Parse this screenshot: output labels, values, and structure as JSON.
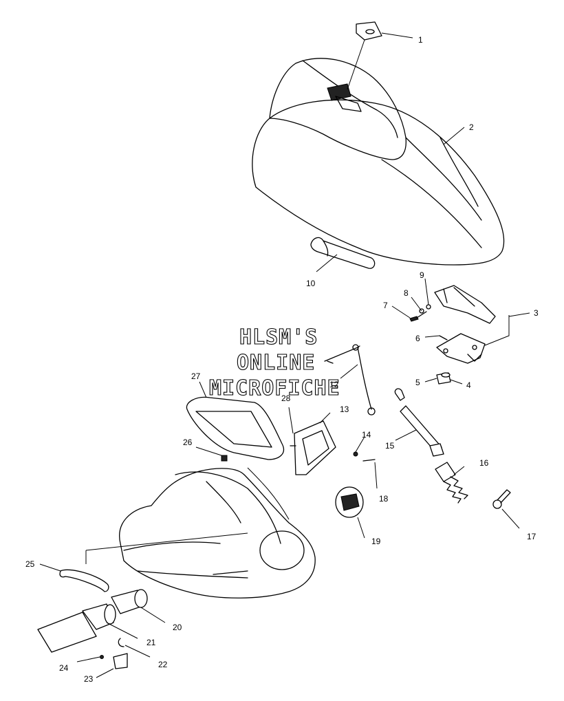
{
  "watermark": {
    "line1": "HLSM'S",
    "line2": "ONLINE",
    "line3": "MICROFICHE"
  },
  "callouts": {
    "c1": "1",
    "c2": "2",
    "c3": "3",
    "c4": "4",
    "c5": "5",
    "c6": "6",
    "c7": "7",
    "c8": "8",
    "c9": "9",
    "c10": "10",
    "c12": "12",
    "c13": "13",
    "c14": "14",
    "c15": "15",
    "c16": "16",
    "c17": "17",
    "c18": "18",
    "c19": "19",
    "c20": "20",
    "c21": "21",
    "c22": "22",
    "c23": "23",
    "c24": "24",
    "c25": "25",
    "c26": "26",
    "c27": "27",
    "c28": "28"
  }
}
